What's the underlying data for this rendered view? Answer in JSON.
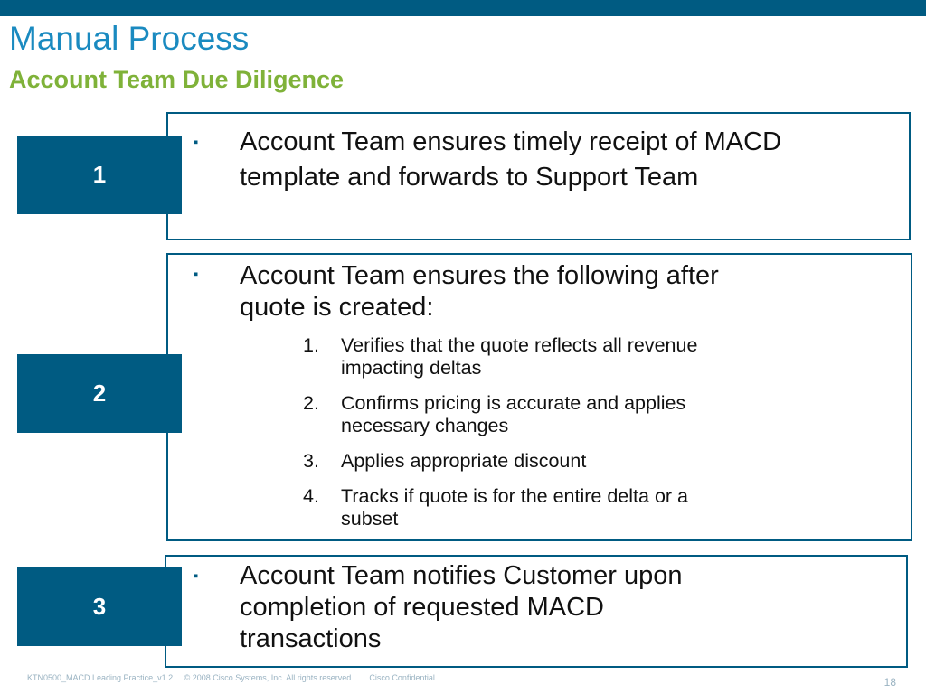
{
  "header": {
    "title": "Manual Process",
    "subtitle": "Account Team Due Diligence"
  },
  "steps": [
    {
      "number": "1",
      "bullet": "▪",
      "text_lines": [
        "Account Team ensures timely receipt of MACD",
        "template and forwards to Support Team"
      ]
    },
    {
      "number": "2",
      "bullet": "▪",
      "text_lines": [
        "Account Team ensures the following after",
        "quote is created:"
      ],
      "sub_items": [
        {
          "num": "1.",
          "lines": [
            "Verifies that the quote reflects all revenue",
            "impacting deltas"
          ]
        },
        {
          "num": "2.",
          "lines": [
            "Confirms pricing is accurate and applies",
            "necessary changes"
          ]
        },
        {
          "num": "3.",
          "lines": [
            "Applies appropriate discount"
          ]
        },
        {
          "num": "4.",
          "lines": [
            "Tracks if quote is for the entire delta or a",
            "subset"
          ]
        }
      ]
    },
    {
      "number": "3",
      "bullet": "▪",
      "text_lines": [
        "Account Team notifies Customer upon",
        "completion of requested MACD",
        "transactions"
      ]
    }
  ],
  "footer": {
    "doc_id": "KTN0500_MACD Leading Practice_v1.2",
    "copyright": "© 2008 Cisco Systems, Inc. All rights reserved.",
    "classification": "Cisco Confidential",
    "page_number": "18"
  },
  "colors": {
    "primary_blue": "#005b82",
    "title_blue": "#1a8ac0",
    "subtitle_green": "#7fb239"
  }
}
